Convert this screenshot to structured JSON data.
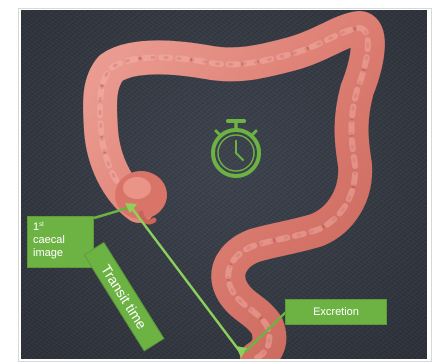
{
  "labels": {
    "caecal_line1_sup": "st",
    "caecal_line1_num": "1",
    "caecal_line2": "caecal",
    "caecal_line3": "image",
    "transit_time": "Transit time",
    "excretion": "Excretion"
  },
  "icons": {
    "timer": "stopwatch-icon"
  },
  "colors": {
    "background": "#353a44",
    "accent_green": "#6db344",
    "colon_pink": "#e48c80"
  }
}
